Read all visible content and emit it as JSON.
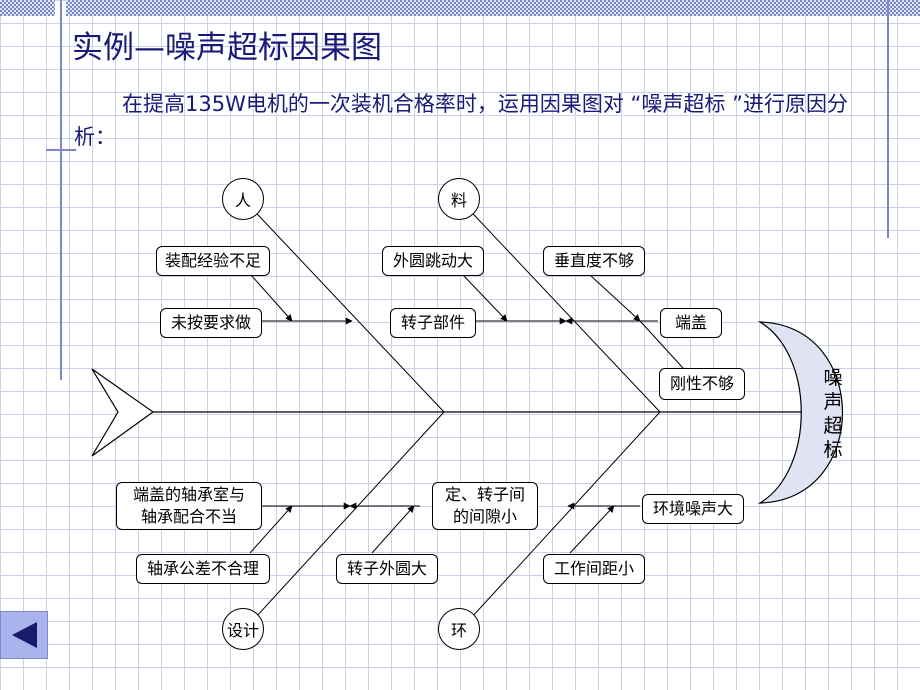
{
  "slide": {
    "title": "实例—噪声超标因果图",
    "intro": "在提高135W电机的一次装机合格率时，运用因果图对 “噪声超标 ”进行原因分析："
  },
  "diagram": {
    "effect_label": "噪\n声\n超\n标",
    "categories": {
      "people": "人",
      "material": "料",
      "design": "设计",
      "environment": "环"
    },
    "causes": {
      "assembly_experience": "装配经验不足",
      "not_per_requirement": "未按要求做",
      "outer_runout": "外圆跳动大",
      "perpendicularity": "垂直度不够",
      "rotor_parts": "转子部件",
      "end_cover": "端盖",
      "insufficient_rigidity": "刚性不够",
      "bearing_housing": "端盖的轴承室与\n轴承配合不当",
      "bearing_tolerance": "轴承公差不合理",
      "stator_rotor_gap": "定、转子间\n的间隙小",
      "rotor_outer_diameter": "转子外圆大",
      "ambient_noise": "环境噪声大",
      "work_spacing": "工作间距小"
    },
    "line_color": "#000000",
    "head_fill": "#dfe3f4"
  },
  "nav": {
    "back_icon": "triangle-left-icon",
    "color": "#aab4ec"
  }
}
